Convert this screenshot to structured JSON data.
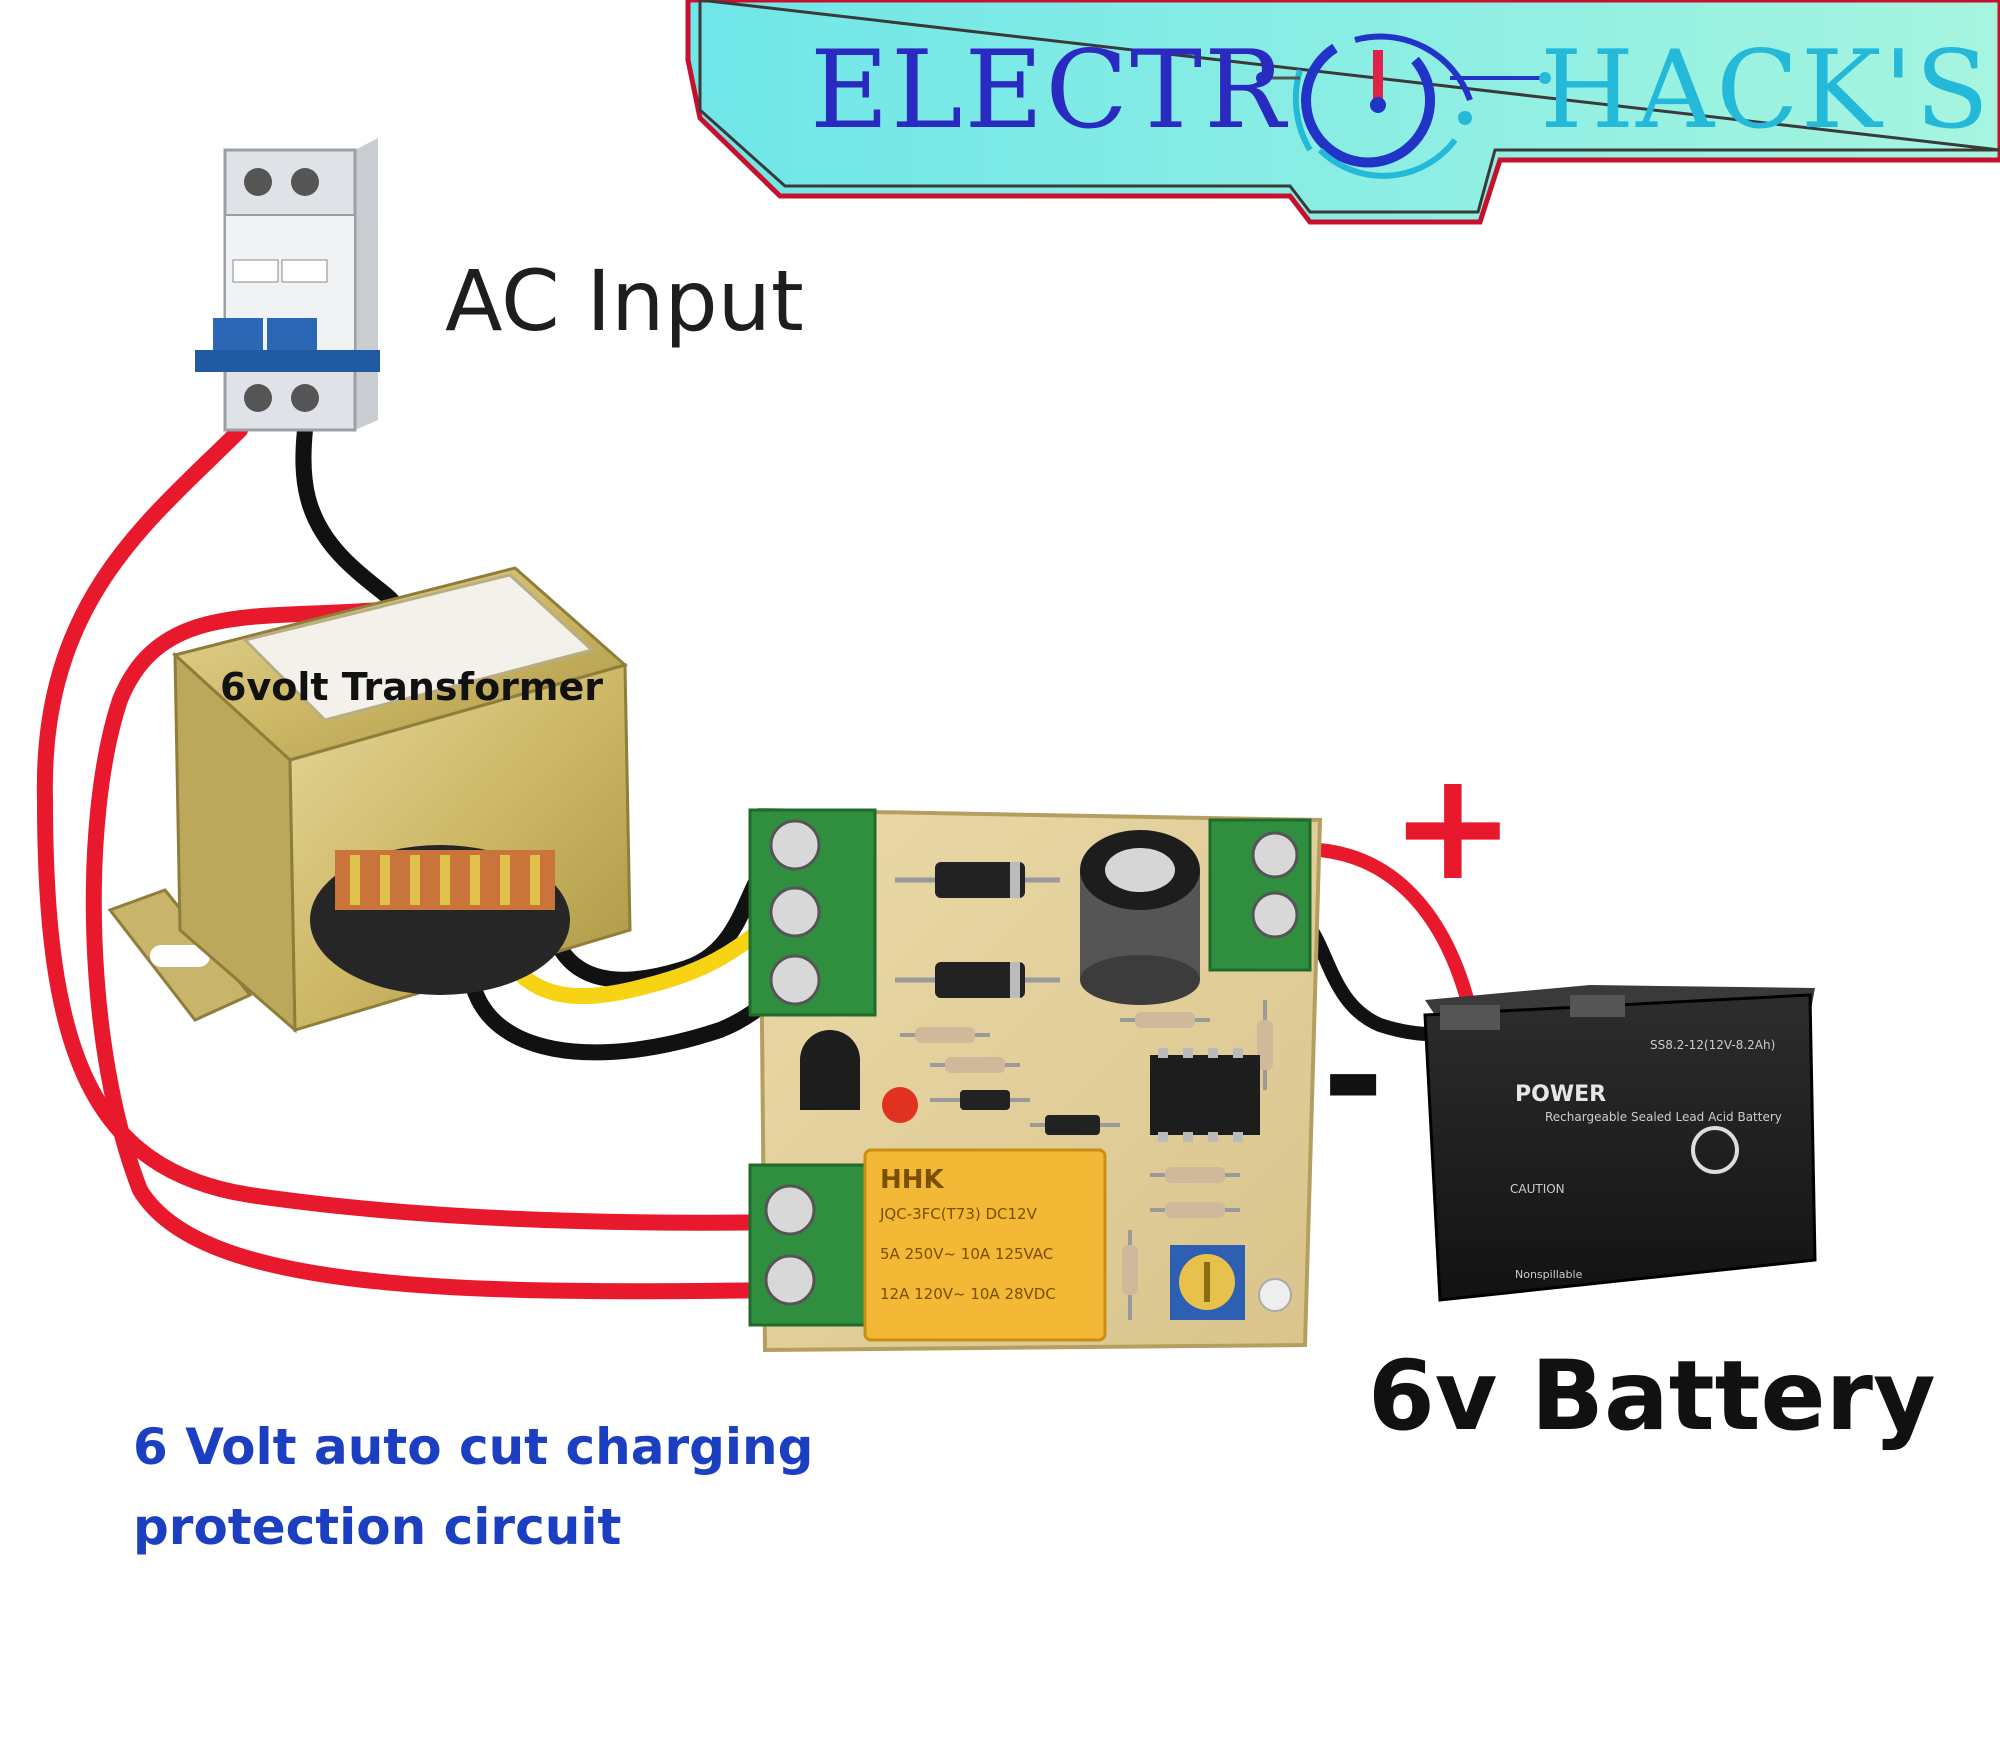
{
  "banner": {
    "left_text": "ELECTR",
    "right_text": "HACK'S",
    "colors": {
      "left": "#2a2ac0",
      "right": "#25b9d9",
      "border": "#c8102e",
      "fill": "#8ff0e6"
    }
  },
  "labels": {
    "ac_input": "AC Input",
    "transformer": "6volt Transformer",
    "battery": "6v Battery",
    "plus": "+",
    "minus": "-"
  },
  "caption": {
    "line1": "6 Volt auto cut charging",
    "line2": "protection circuit"
  },
  "components": {
    "breaker_icon": "mcb-breaker-icon",
    "transformer_icon": "transformer-icon",
    "pcb_icon": "relay-pcb-board-icon",
    "battery_icon": "sealed-lead-acid-battery-icon"
  },
  "battery_markings": {
    "brand": "POWER",
    "model": "SS8.2-12(12V-8.2Ah)",
    "subtitle": "Rechargeable Sealed Lead Acid Battery",
    "caution": "CAUTION",
    "non_spillable": "Nonspillable"
  },
  "relay_markings": {
    "brand": "HHK",
    "lines": [
      "JQC-3FC(T73) DC12V",
      "5A 250V~  10A 125VAC",
      "12A 120V~  10A 28VDC"
    ]
  },
  "wire_colors": {
    "red": "#e8192c",
    "black": "#111111",
    "yellow": "#f6d313"
  }
}
